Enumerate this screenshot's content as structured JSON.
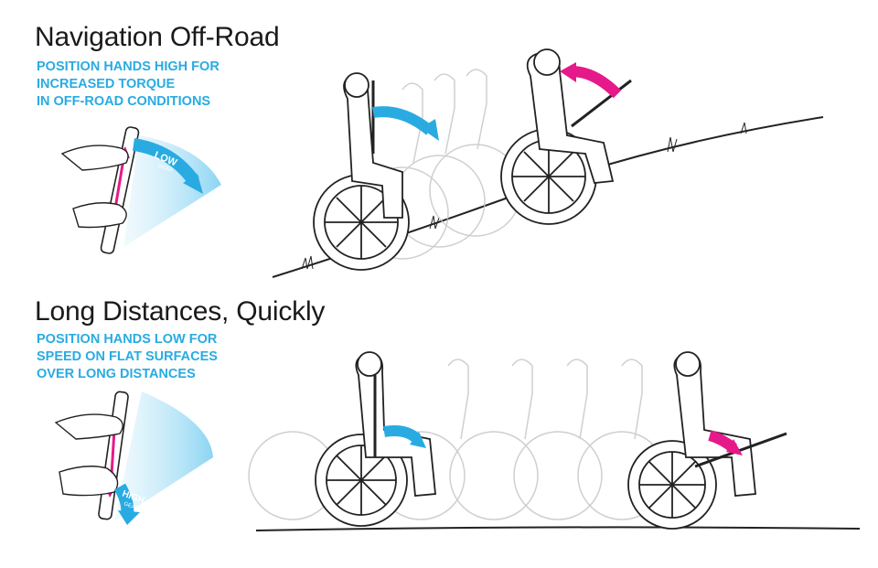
{
  "colors": {
    "text": "#1a1a1a",
    "caption": "#29abe2",
    "arrow_blue": "#29abe2",
    "arrow_pink": "#e6198a",
    "ghost": "#bdbdbd",
    "line": "#222222"
  },
  "sections": [
    {
      "title": "Navigation Off-Road",
      "caption_lines": [
        "POSITION HANDS HIGH FOR",
        "INCREASED TORQUE",
        "IN OFF-ROAD CONDITIONS"
      ],
      "gear_label": "LOW",
      "gear_sub": "GEAR"
    },
    {
      "title": "Long Distances, Quickly",
      "caption_lines": [
        "POSITION HANDS LOW FOR",
        "SPEED ON FLAT SURFACES",
        "OVER LONG DISTANCES"
      ],
      "gear_label": "HIGH",
      "gear_sub": "GEAR"
    }
  ]
}
